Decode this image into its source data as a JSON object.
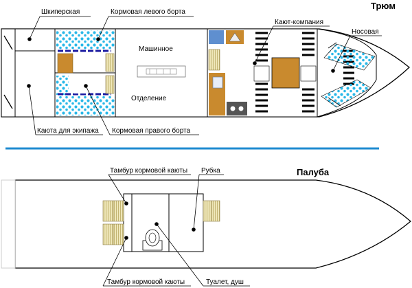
{
  "titles": {
    "hold": "Трюм",
    "deck": "Палуба"
  },
  "hold": {
    "skipper": "Шкиперская",
    "aft_port": "Кормовая левого борта",
    "aft_starboard": "Кормовая правого борта",
    "crew_cabin": "Каюта  для экипажа",
    "engine_room_line1": "Машинное",
    "engine_room_line2": "Отделение",
    "saloon": "Кают-компания",
    "bow": "Носовая"
  },
  "deck": {
    "vestibule_top": "Тамбур кормовой каюты",
    "wheelhouse": "Рубка",
    "vestibule_bottom": "Тамбур кормовой каюты",
    "toilet": "Туалет, душ"
  },
  "colors": {
    "hull_line": "#000000",
    "divider": "#1f8bd0",
    "bunk_dots": "#29b8e8",
    "bunk_pillow": "#1a1aa0",
    "wood": "#c98a2e",
    "wood_light": "#e6d9a8",
    "window_blue": "#5f8fcf",
    "counter": "#7aa8d6",
    "stripe": "#000000"
  }
}
